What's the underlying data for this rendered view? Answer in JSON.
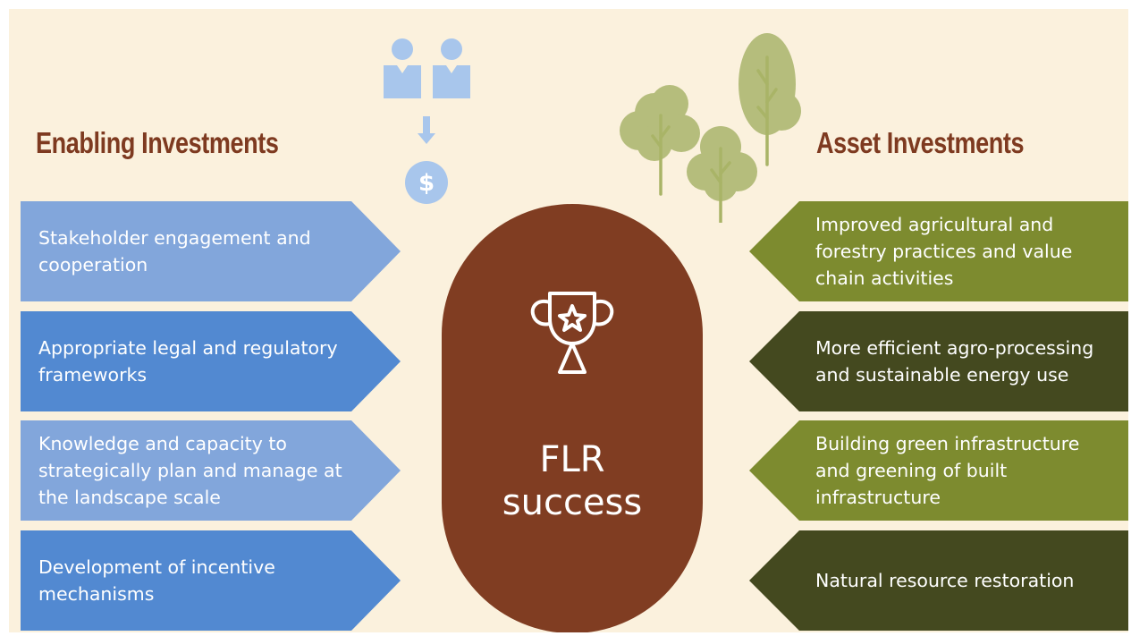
{
  "left": {
    "heading": "Enabling Investments",
    "items": [
      "Stakeholder engagement and cooperation",
      "Appropriate legal and regulatory frameworks",
      "Knowledge and capacity to strategically plan and manage at the landscape scale",
      "Development of incentive mechanisms"
    ]
  },
  "center": {
    "line1": "FLR",
    "line2": "success",
    "icon": "trophy-icon"
  },
  "right": {
    "heading": "Asset Investments",
    "items": [
      "Improved agricultural and forestry practices and value chain activities",
      "More efficient agro-processing and sustainable energy use",
      "Building green infrastructure and greening of built infrastructure",
      "Natural resource restoration"
    ]
  },
  "icons": {
    "people": "people-to-money-icon",
    "trees": "trees-icon"
  },
  "colors": {
    "background": "#fbf1dd",
    "heading": "#7e3a20",
    "enabling_light": "#82a6db",
    "enabling_dark": "#5289d1",
    "asset_olive": "#7d8b2f",
    "asset_dark_olive": "#44491f",
    "center": "#803d22"
  }
}
